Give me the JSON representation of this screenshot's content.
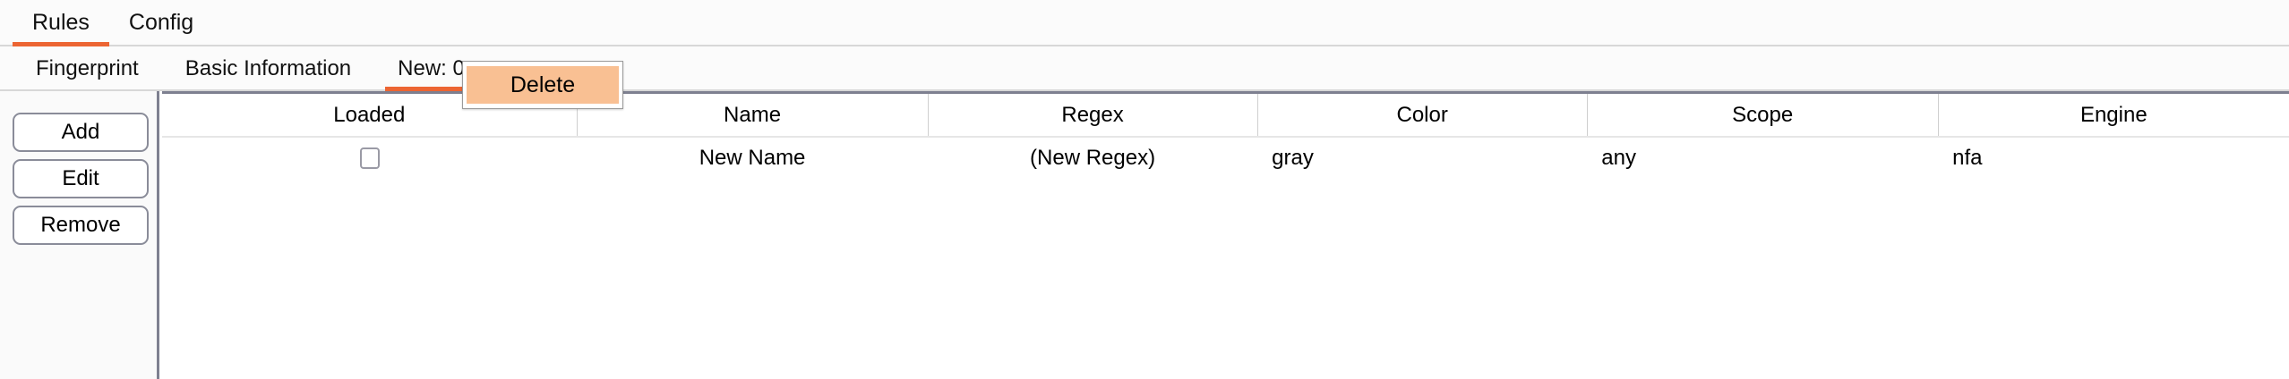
{
  "primary_tabs": [
    {
      "label": "Rules",
      "active": true
    },
    {
      "label": "Config",
      "active": false
    }
  ],
  "secondary_tabs": [
    {
      "label": "Fingerprint",
      "active": false
    },
    {
      "label": "Basic Information",
      "active": false
    },
    {
      "label": "New: 0",
      "active": true
    }
  ],
  "tooltip": {
    "label": "Delete",
    "fill_color": "#f9c093",
    "border_color": "#9a9a9a"
  },
  "rail": {
    "buttons": [
      {
        "label": "Add"
      },
      {
        "label": "Edit"
      },
      {
        "label": "Remove"
      }
    ]
  },
  "table": {
    "columns": [
      "Loaded",
      "Name",
      "Regex",
      "Color",
      "Scope",
      "Engine"
    ],
    "rows": [
      {
        "loaded": false,
        "name": "New Name",
        "regex": "(New Regex)",
        "color": "gray",
        "scope": "any",
        "engine": "nfa"
      }
    ]
  },
  "theme": {
    "accent": "#ec6533",
    "divider": "#7e8090",
    "panel_bg": "#fafafa",
    "tabbar_bg": "#fbfbfb"
  }
}
